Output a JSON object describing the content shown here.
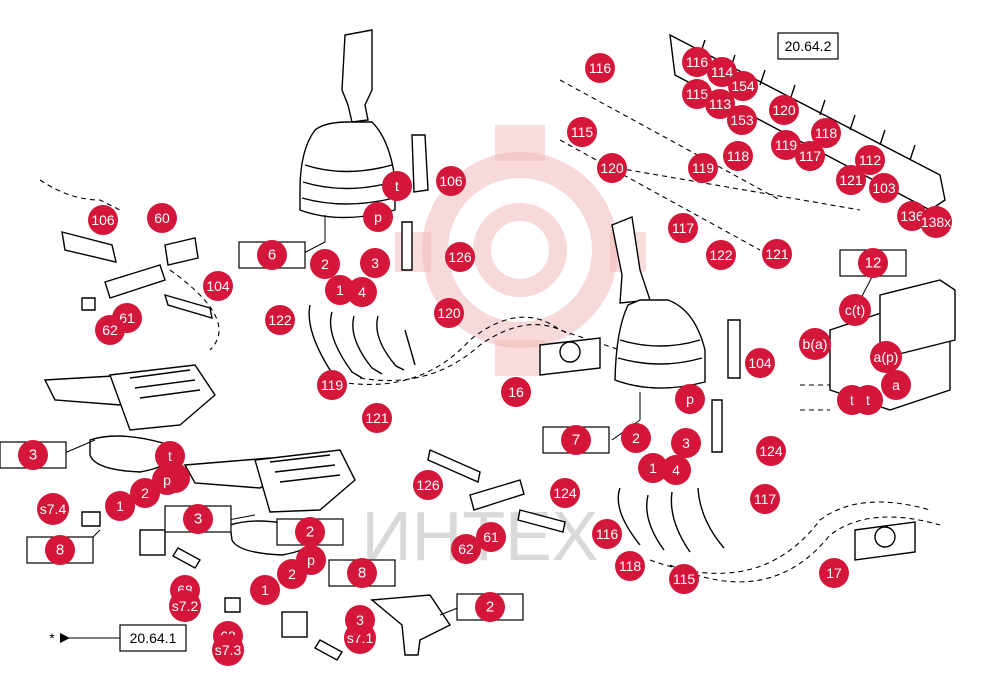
{
  "watermark": {
    "text": "ИНТЕХ",
    "color": "#f3b9b9"
  },
  "colors": {
    "callout": "#d4163a",
    "line": "#000000",
    "background": "#ffffff"
  },
  "reference_boxes": [
    {
      "id": "ref-top",
      "text": "20.64.2"
    },
    {
      "id": "ref-bottom",
      "text": "20.64.1"
    }
  ],
  "legend": {
    "asterisk": "*"
  },
  "callouts": [
    "116",
    "116",
    "114",
    "154",
    "115",
    "113",
    "153",
    "120",
    "115",
    "120",
    "119",
    "118",
    "117",
    "119",
    "118",
    "112",
    "121",
    "103",
    "136",
    "138x",
    "117",
    "122",
    "121",
    "106",
    "106",
    "60",
    "104",
    "61",
    "62",
    "t",
    "p",
    "126",
    "2",
    "3",
    "1",
    "4",
    "122",
    "120",
    "119",
    "121",
    "16",
    "c(t)",
    "b(a)",
    "a(p)",
    "a",
    "t",
    "t",
    "104",
    "p",
    "124",
    "2",
    "3",
    "1",
    "4",
    "117",
    "116",
    "118",
    "115",
    "126",
    "124",
    "62",
    "61",
    "17",
    "t",
    "p",
    "s7.4",
    "1",
    "2",
    "p",
    "68",
    "s7.2",
    "1",
    "2",
    "p",
    "68",
    "s7.3",
    "s7.1",
    "3",
    "3"
  ],
  "label_boxes": [
    "6",
    "7",
    "3",
    "8",
    "3",
    "8",
    "2",
    "12",
    "2"
  ]
}
